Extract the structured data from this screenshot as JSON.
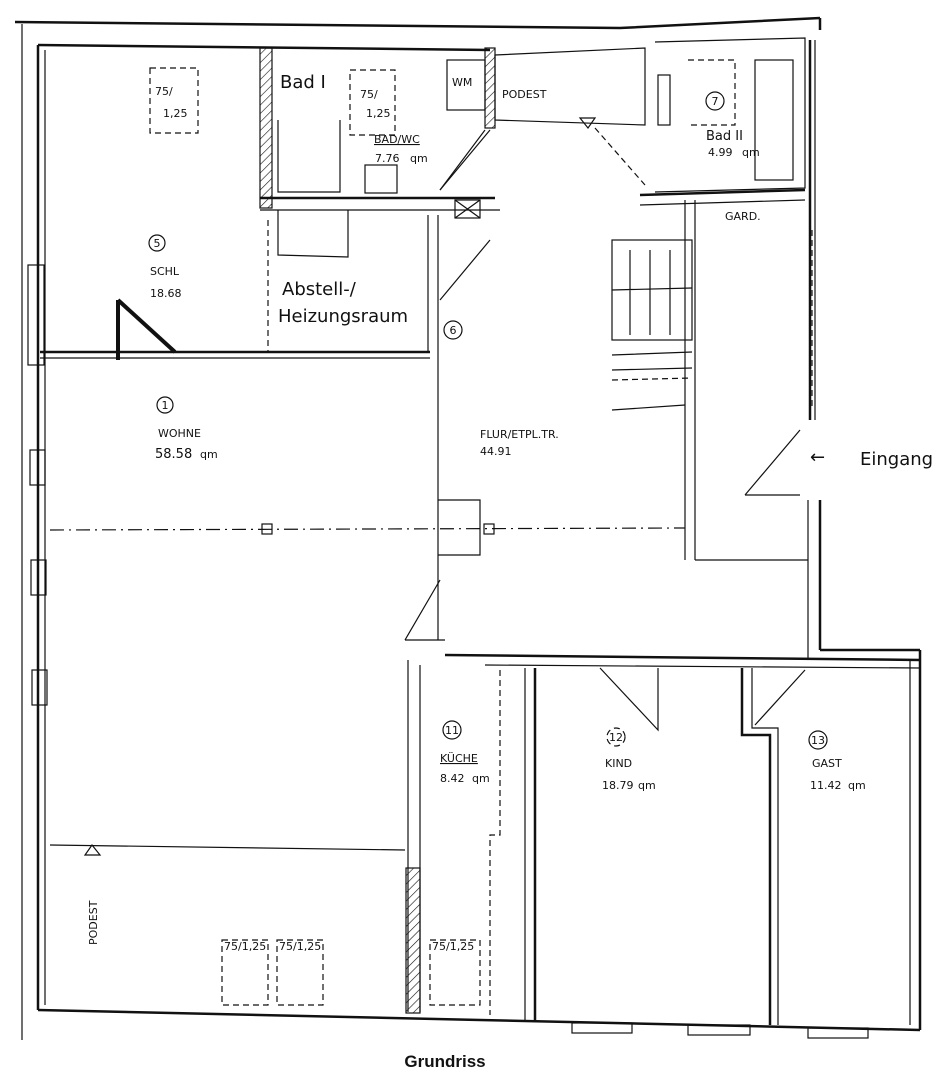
{
  "title": "Grundriss",
  "rooms": [
    {
      "id": "schlafzimmer",
      "number": "5",
      "label": "SCHL",
      "area": "18.68",
      "unit": ""
    },
    {
      "id": "bad1",
      "label": "Bad I",
      "sublabel": "BAD/WC",
      "area": "7.76",
      "unit": "qm"
    },
    {
      "id": "bad2",
      "number": "7",
      "label": "Bad II",
      "area": "4.99",
      "unit": "qm"
    },
    {
      "id": "wohnen",
      "number": "1",
      "label": "WOHNE",
      "area": "58.58",
      "unit": "qm"
    },
    {
      "id": "flur",
      "number": "6",
      "label": "FLUR/ETPL.TR.",
      "area": "44.91",
      "unit": ""
    },
    {
      "id": "kueche",
      "number": "11",
      "label": "KÜCHE",
      "area": "8.42",
      "unit": "qm"
    },
    {
      "id": "kind",
      "number": "12",
      "label": "KIND",
      "area": "18.79",
      "unit": "qm"
    },
    {
      "id": "gast",
      "number": "13",
      "label": "GAST",
      "area": "11.42",
      "unit": "qm"
    }
  ],
  "annotations": {
    "abstell_line1": "Abstell-/",
    "abstell_line2": "Heizungsraum",
    "podest_top": "PODEST",
    "podest_left": "PODEST",
    "wm": "WM",
    "gard": "GARD.",
    "eingang": "Eingang",
    "eingang_arrow": "←",
    "window_schl": "75/\n1,25",
    "window_bad": "75/\n1,25",
    "window_w1": "75/1,25",
    "window_w2": "75/1,25",
    "window_k": "75/1,25"
  }
}
